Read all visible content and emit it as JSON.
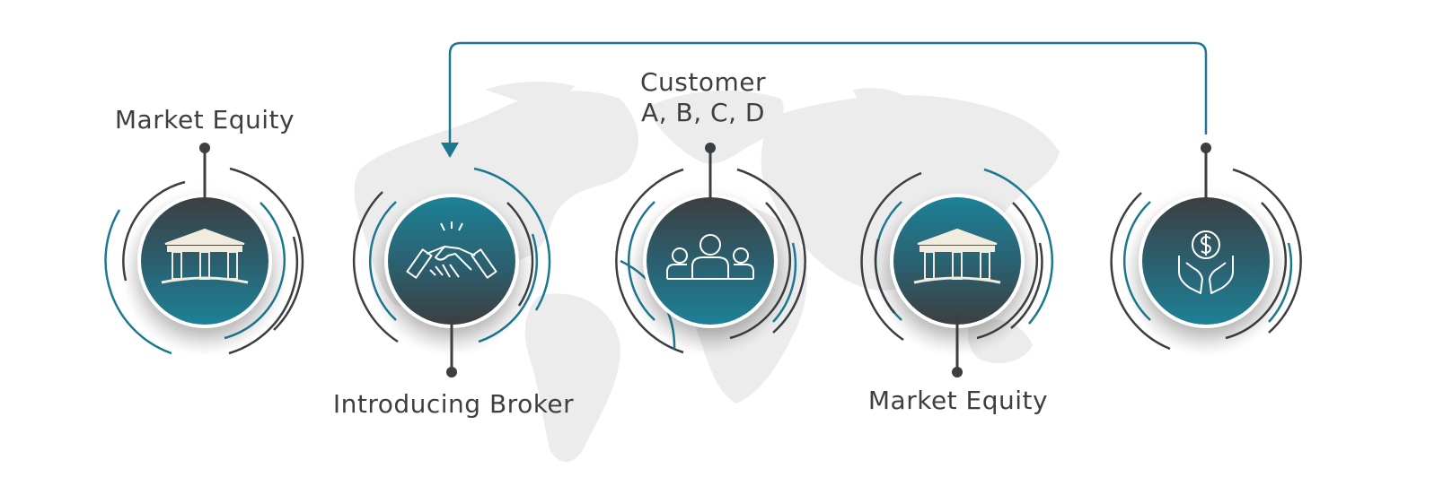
{
  "colors": {
    "teal": "#1d8196",
    "dark": "#3c3f42",
    "line_teal": "#1b7890",
    "map": "#e9e9e9"
  },
  "nodes": [
    {
      "id": "node-1",
      "label": "Market Equity",
      "icon": "bank-icon",
      "gradient": "dark-to-teal"
    },
    {
      "id": "node-2",
      "label": "Introducing Broker",
      "icon": "handshake-icon",
      "gradient": "teal-to-dark"
    },
    {
      "id": "node-3",
      "label_line1": "Customer",
      "label_line2": "A, B, C, D",
      "icon": "customers-group-icon",
      "gradient": "dark-to-teal"
    },
    {
      "id": "node-4",
      "label": "Market Equity",
      "icon": "bank-icon",
      "gradient": "teal-to-dark"
    },
    {
      "id": "node-5",
      "label": "",
      "icon": "money-in-hands-icon",
      "gradient": "dark-to-teal"
    }
  ],
  "connector": {
    "from": "node-5",
    "to": "node-2",
    "style": "arrow"
  },
  "background": {
    "decoration": "world-map"
  }
}
